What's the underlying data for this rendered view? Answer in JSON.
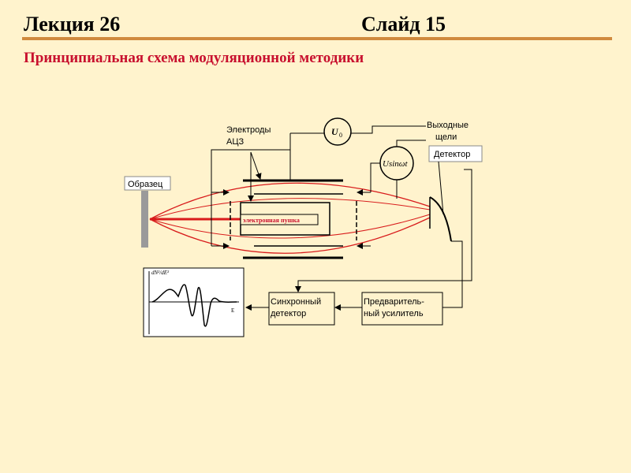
{
  "header": {
    "lecture": "Лекция 26",
    "slide": "Слайд 15"
  },
  "subtitle": "Принципиальная схема модуляционной методики",
  "diagram": {
    "sample_label": "Образец",
    "electrodes_label_line1": "Электроды",
    "electrodes_label_line2": "АЦЗ",
    "voltage_u0": "U",
    "voltage_u0_sub": "0",
    "usin_label": "Usinωt",
    "exit_slits_line1": "Выходные",
    "exit_slits_line2": "щели",
    "detector_label": "Детектор",
    "gun_label": "электронная пушка",
    "sync_detector_line1": "Синхронный",
    "sync_detector_line2": "детектор",
    "preamp_line1": "Предваритель-",
    "preamp_line2": "ный усилитель",
    "plot_ylabel": "dN²/dE²",
    "plot_xlabel": "E"
  },
  "colors": {
    "background": "#fff3cd",
    "rule": "#d08a3e",
    "subtitle": "#c8102e",
    "beam": "#d81b1b",
    "gun_text": "#c8102e"
  }
}
